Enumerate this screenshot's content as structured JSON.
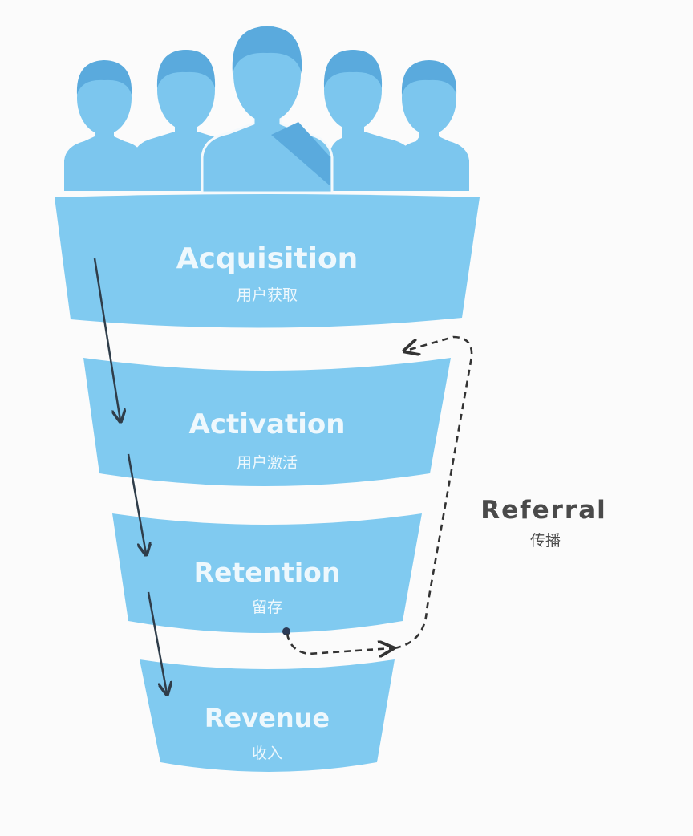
{
  "stages": [
    {
      "title": "Acquisition",
      "subtitle": "用户获取"
    },
    {
      "title": "Activation",
      "subtitle": "用户激活"
    },
    {
      "title": "Retention",
      "subtitle": "留存"
    },
    {
      "title": "Revenue",
      "subtitle": "收入"
    }
  ],
  "referral": {
    "title": "Referral",
    "subtitle": "传播"
  },
  "colors": {
    "band": "#80caf0",
    "hair": "#5aaadd",
    "body": "#7cc6ee",
    "arrow": "#2f3d4a",
    "text": "#4a4a4a"
  }
}
